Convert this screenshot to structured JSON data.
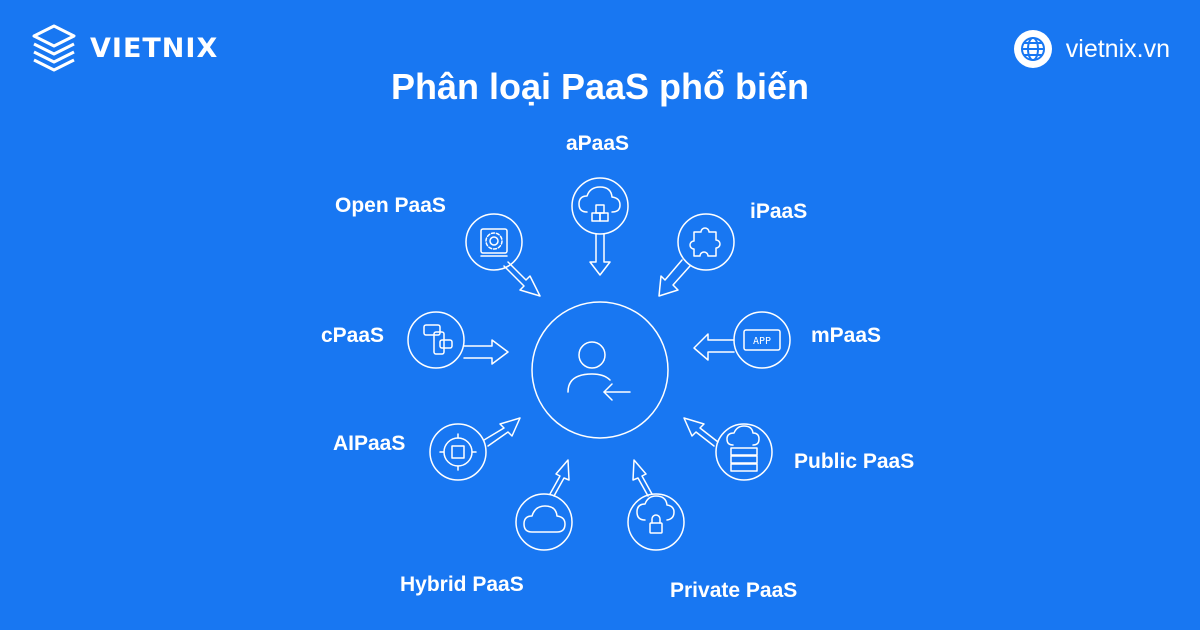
{
  "brand": {
    "name": "VIETNIX",
    "logo_icon": "stacked-layers-logo"
  },
  "site": {
    "url": "vietnix.vn",
    "icon": "globe-icon"
  },
  "title": "Phân loại PaaS phổ biến",
  "center": {
    "icon": "user-arrow-icon"
  },
  "categories": [
    {
      "label": "aPaaS",
      "icon": "cloud-cubes-icon"
    },
    {
      "label": "iPaaS",
      "icon": "puzzle-icon"
    },
    {
      "label": "mPaaS",
      "icon": "app-window-icon"
    },
    {
      "label": "Public PaaS",
      "icon": "cloud-server-icon"
    },
    {
      "label": "Private PaaS",
      "icon": "cloud-lock-icon"
    },
    {
      "label": "Hybrid PaaS",
      "icon": "cloud-icon"
    },
    {
      "label": "AIPaaS",
      "icon": "chip-icon"
    },
    {
      "label": "cPaaS",
      "icon": "chat-phone-icon"
    },
    {
      "label": "Open PaaS",
      "icon": "gear-book-icon"
    }
  ],
  "colors": {
    "background": "#1877f2",
    "foreground": "#ffffff"
  }
}
